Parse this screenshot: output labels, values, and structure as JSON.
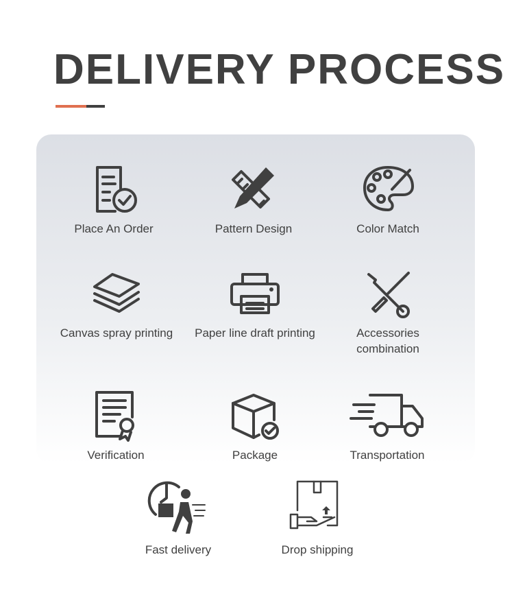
{
  "header": {
    "title": "DELIVERY PROCESS",
    "accent_color": "#e07050",
    "dark_color": "#404040"
  },
  "steps": [
    {
      "label": "Place An Order",
      "icon": "order-document-check-icon"
    },
    {
      "label": "Pattern Design",
      "icon": "pencil-ruler-icon"
    },
    {
      "label": "Color Match",
      "icon": "palette-icon"
    },
    {
      "label": "Canvas spray printing",
      "icon": "canvas-layers-icon"
    },
    {
      "label": "Paper line draft printing",
      "icon": "printer-icon"
    },
    {
      "label": "Accessories combination",
      "icon": "wrench-screwdriver-icon"
    },
    {
      "label": "Verification",
      "icon": "certificate-icon"
    },
    {
      "label": "Package",
      "icon": "package-check-icon"
    },
    {
      "label": "Transportation",
      "icon": "truck-icon"
    },
    {
      "label": "Fast delivery",
      "icon": "courier-clock-icon"
    },
    {
      "label": "Drop shipping",
      "icon": "box-hand-icon"
    }
  ]
}
